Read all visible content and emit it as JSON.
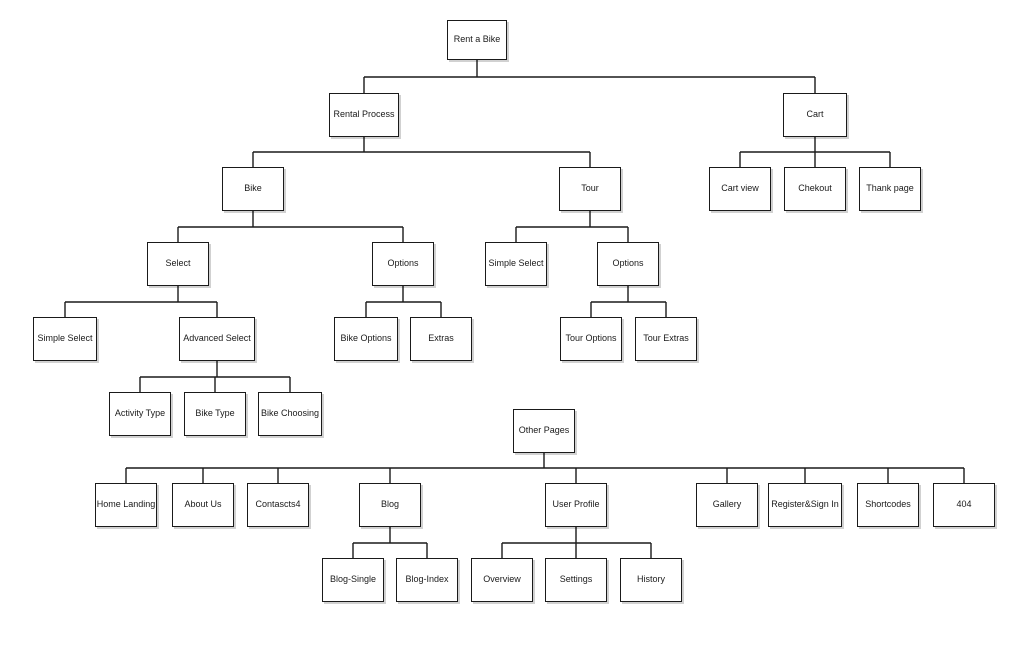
{
  "diagram": {
    "root": {
      "id": "root",
      "label": "Rent a Bike"
    },
    "nodes": [
      {
        "id": "root",
        "label": "Rent a Bike"
      },
      {
        "id": "rental",
        "label": "Rental Process"
      },
      {
        "id": "cart",
        "label": "Cart"
      },
      {
        "id": "cartview",
        "label": "Cart view"
      },
      {
        "id": "chekout",
        "label": "Chekout"
      },
      {
        "id": "thank",
        "label": "Thank page"
      },
      {
        "id": "bike",
        "label": "Bike"
      },
      {
        "id": "tour",
        "label": "Tour"
      },
      {
        "id": "select",
        "label": "Select"
      },
      {
        "id": "bikeoptions_group",
        "label": "Options"
      },
      {
        "id": "tour_simple",
        "label": "Simple Select"
      },
      {
        "id": "tour_options",
        "label": "Options"
      },
      {
        "id": "simple_select",
        "label": "Simple Select"
      },
      {
        "id": "advanced_select",
        "label": "Advanced Select"
      },
      {
        "id": "bike_options",
        "label": "Bike Options"
      },
      {
        "id": "extras",
        "label": "Extras"
      },
      {
        "id": "tour_options_leaf",
        "label": "Tour Options"
      },
      {
        "id": "tour_extras",
        "label": "Tour Extras"
      },
      {
        "id": "activity_type",
        "label": "Activity Type"
      },
      {
        "id": "bike_type",
        "label": "Bike Type"
      },
      {
        "id": "bike_choosing",
        "label": "Bike Choosing"
      },
      {
        "id": "other",
        "label": "Other Pages"
      },
      {
        "id": "home",
        "label": "Home Landing"
      },
      {
        "id": "about",
        "label": "About Us"
      },
      {
        "id": "contacts",
        "label": "Contascts4"
      },
      {
        "id": "blog",
        "label": "Blog"
      },
      {
        "id": "profile",
        "label": "User Profile"
      },
      {
        "id": "gallery",
        "label": "Gallery"
      },
      {
        "id": "register",
        "label": "Register&Sign In"
      },
      {
        "id": "shortcodes",
        "label": "Shortcodes"
      },
      {
        "id": "p404",
        "label": "404"
      },
      {
        "id": "blog_single",
        "label": "Blog-Single"
      },
      {
        "id": "blog_index",
        "label": "Blog-Index"
      },
      {
        "id": "overview",
        "label": "Overview"
      },
      {
        "id": "settings",
        "label": "Settings"
      },
      {
        "id": "history",
        "label": "History"
      }
    ],
    "edges": [
      {
        "from": "root",
        "to": "rental"
      },
      {
        "from": "root",
        "to": "cart"
      },
      {
        "from": "cart",
        "to": "cartview"
      },
      {
        "from": "cart",
        "to": "chekout"
      },
      {
        "from": "cart",
        "to": "thank"
      },
      {
        "from": "rental",
        "to": "bike"
      },
      {
        "from": "rental",
        "to": "tour"
      },
      {
        "from": "bike",
        "to": "select"
      },
      {
        "from": "bike",
        "to": "bikeoptions_group"
      },
      {
        "from": "tour",
        "to": "tour_simple"
      },
      {
        "from": "tour",
        "to": "tour_options"
      },
      {
        "from": "select",
        "to": "simple_select"
      },
      {
        "from": "select",
        "to": "advanced_select"
      },
      {
        "from": "bikeoptions_group",
        "to": "bike_options"
      },
      {
        "from": "bikeoptions_group",
        "to": "extras"
      },
      {
        "from": "tour_options",
        "to": "tour_options_leaf"
      },
      {
        "from": "tour_options",
        "to": "tour_extras"
      },
      {
        "from": "advanced_select",
        "to": "activity_type"
      },
      {
        "from": "advanced_select",
        "to": "bike_type"
      },
      {
        "from": "advanced_select",
        "to": "bike_choosing"
      },
      {
        "from": "other",
        "to": "home"
      },
      {
        "from": "other",
        "to": "about"
      },
      {
        "from": "other",
        "to": "contacts"
      },
      {
        "from": "other",
        "to": "blog"
      },
      {
        "from": "other",
        "to": "profile"
      },
      {
        "from": "other",
        "to": "gallery"
      },
      {
        "from": "other",
        "to": "register"
      },
      {
        "from": "other",
        "to": "shortcodes"
      },
      {
        "from": "other",
        "to": "p404"
      },
      {
        "from": "blog",
        "to": "blog_single"
      },
      {
        "from": "blog",
        "to": "blog_index"
      },
      {
        "from": "profile",
        "to": "overview"
      },
      {
        "from": "profile",
        "to": "settings"
      },
      {
        "from": "profile",
        "to": "history"
      }
    ]
  }
}
